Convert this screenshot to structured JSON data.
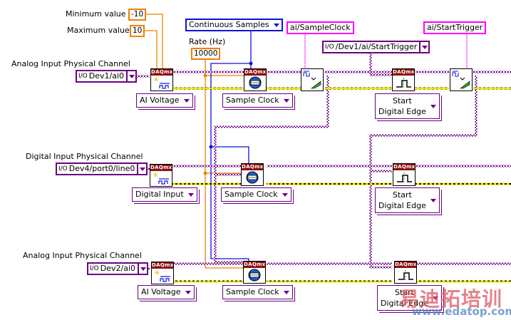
{
  "diagram": {
    "title": "LabVIEW DAQmx block diagram - synchronized AI/DI acquisition",
    "controls": {
      "min_value": {
        "label": "Minimum value",
        "value": "-10"
      },
      "max_value": {
        "label": "Maximum value",
        "value": "10"
      },
      "sample_mode": {
        "value": "Continuous Samples"
      },
      "rate": {
        "label": "Rate (Hz)",
        "value": "10000"
      },
      "sample_clock_terminal": {
        "value": "ai/SampleClock"
      },
      "start_trigger_terminal": {
        "value": "ai/StartTrigger"
      },
      "trigger_source": {
        "io_glyph": "I/O",
        "value": "/Dev1/ai/StartTrigger"
      }
    },
    "rows": [
      {
        "channel_label": "Analog Input Physical Channel",
        "channel_value": "Dev1/ai0",
        "create_channel_type": "AI Voltage",
        "timing_type": "Sample Clock",
        "trigger_type_line1": "Start",
        "trigger_type_line2": "Digital Edge"
      },
      {
        "channel_label": "Digital Input Physical Channel",
        "channel_value": "Dev4/port0/line0",
        "create_channel_type": "Digital Input",
        "timing_type": "Sample Clock",
        "trigger_type_line1": "Start",
        "trigger_type_line2": "Digital Edge"
      },
      {
        "channel_label": "Analog Input Physical Channel",
        "channel_value": "Dev2/ai0",
        "create_channel_type": "AI Voltage",
        "timing_type": "Sample Clock",
        "trigger_type_line1": "Start",
        "trigger_type_line2": "Digital Edge"
      }
    ],
    "vi_header": "DAQmx",
    "io_glyph": "I/O"
  },
  "watermark": {
    "chinese": "易迪拓培训",
    "url": "www.edatop.com"
  },
  "colors": {
    "numeric_wire": "#f08000",
    "enum_wire": "#1010e0",
    "task_wire": "#6a0080",
    "error_wire": "#c8c800",
    "terminal_wire": "#ff00ff",
    "vi_header": "#8b1010"
  }
}
